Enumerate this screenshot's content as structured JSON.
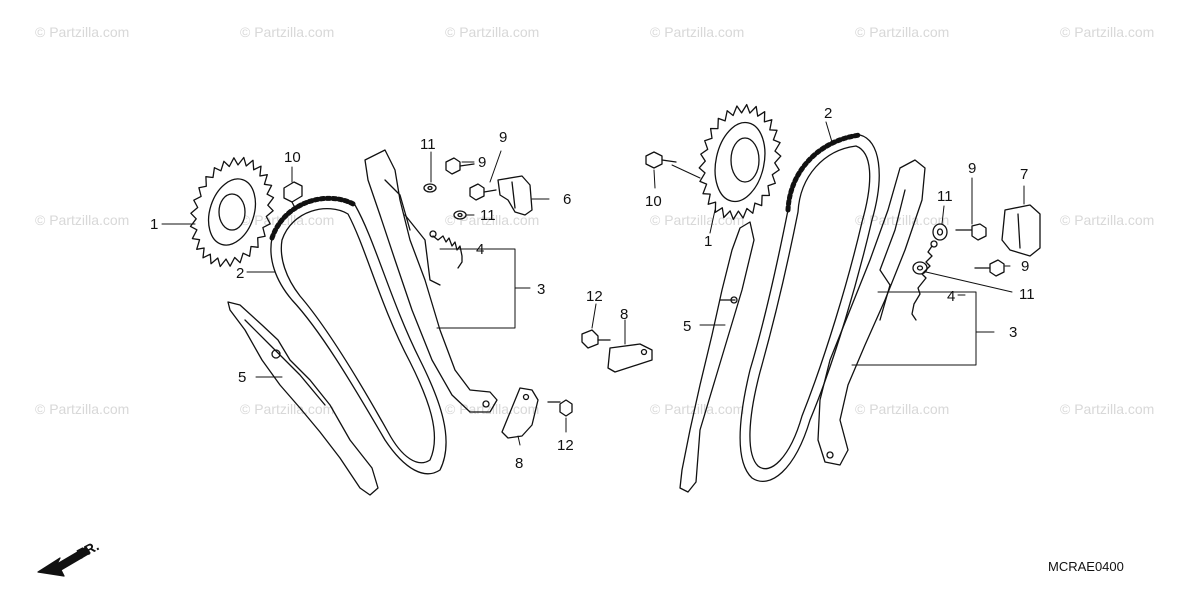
{
  "watermark": "© Partzilla.com",
  "callouts": {
    "left_sprocket": "1",
    "left_chain": "2",
    "left_tensioner_set": "3",
    "left_spring": "4",
    "left_guide": "5",
    "left_stopper": "6",
    "left_bolt_9a": "9",
    "left_bolt_9b": "9",
    "left_washer_11a": "11",
    "left_washer_11b": "11",
    "left_bolt_10": "10",
    "mid_bolt_12a": "12",
    "mid_plate_8a": "8",
    "mid_plate_8b": "8",
    "mid_bolt_12b": "12",
    "right_sprocket": "1",
    "right_bolt_10": "10",
    "right_chain": "2",
    "right_guide": "5",
    "right_tensioner_set": "3",
    "right_spring": "4",
    "right_stopper": "7",
    "right_bolt_9a": "9",
    "right_bolt_9b": "9",
    "right_washer_11a": "11",
    "right_washer_11b": "11"
  },
  "front_arrow_label": "FR.",
  "diagram_code": "MCRAE0400"
}
